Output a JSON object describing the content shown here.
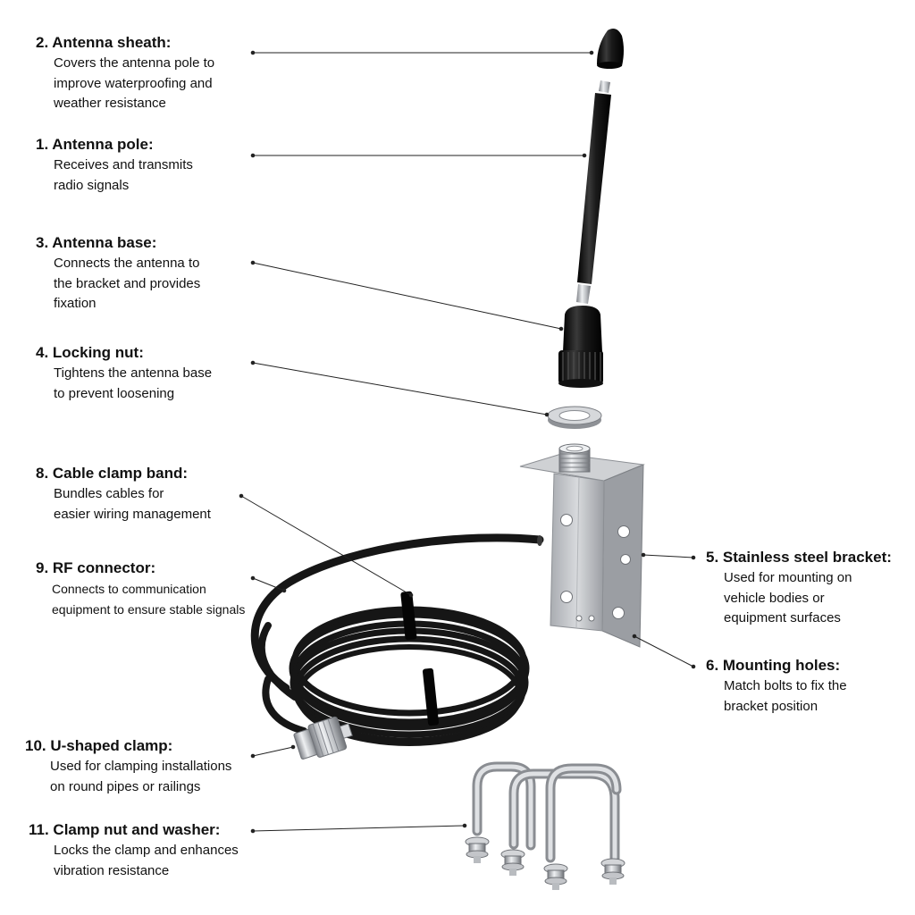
{
  "colors": {
    "text": "#111111",
    "leader_line": "#222222",
    "antenna_black": "#141414",
    "steel": "#c6c8cb",
    "steel_dark": "#8d9095",
    "background": "#ffffff"
  },
  "labels": [
    {
      "id": "antenna-sheath",
      "title": "2. Antenna sheath:",
      "desc": "Covers the antenna pole to\nimprove waterproofing and\nweather resistance"
    },
    {
      "id": "antenna-pole",
      "title": "1. Antenna pole:",
      "desc": "Receives and transmits\nradio signals"
    },
    {
      "id": "antenna-base",
      "title": "3. Antenna base:",
      "desc": "Connects the antenna to\nthe bracket and provides\nfixation"
    },
    {
      "id": "locking-nut",
      "title": "4. Locking nut:",
      "desc": "Tightens the antenna base\nto prevent loosening"
    },
    {
      "id": "cable-clamp-band",
      "title": "8. Cable clamp band:",
      "desc": "Bundles cables for\neasier wiring management"
    },
    {
      "id": "rf-connector",
      "title": "9. RF connector:",
      "desc": "Connects to communication\nequipment to ensure stable signals"
    },
    {
      "id": "u-shaped-clamp",
      "title": "10. U-shaped clamp:",
      "desc": "Used for clamping installations\non round pipes or railings"
    },
    {
      "id": "clamp-nut-washer",
      "title": "11. Clamp nut and washer:",
      "desc": "Locks the clamp and enhances\nvibration resistance"
    },
    {
      "id": "stainless-steel-bracket",
      "title": "5. Stainless steel bracket:",
      "desc": "Used for mounting on\nvehicle bodies or\nequipment surfaces"
    },
    {
      "id": "mounting-holes",
      "title": "6. Mounting holes:",
      "desc": "Match bolts to fix the\nbracket position"
    }
  ]
}
